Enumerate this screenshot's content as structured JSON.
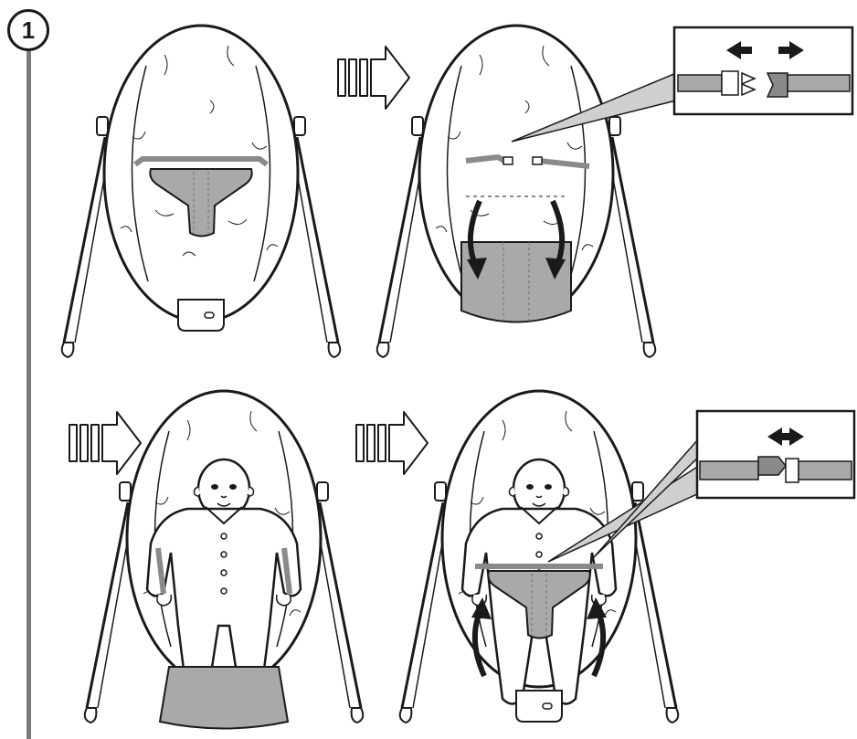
{
  "step": {
    "number": "1"
  },
  "panels": [
    {
      "name": "bouncer-harness-fastened"
    },
    {
      "name": "bouncer-harness-unbuckled-flipped-down"
    },
    {
      "name": "baby-placed-in-bouncer"
    },
    {
      "name": "harness-raised-and-buckled"
    }
  ],
  "insets": [
    {
      "name": "unbuckle-detail",
      "arrows": [
        "left",
        "right"
      ]
    },
    {
      "name": "buckle-detail",
      "arrows": [
        "right",
        "left"
      ]
    }
  ],
  "colors": {
    "line": "#1a1a1a",
    "fabric": "#ffffff",
    "pad": "#a9a9a9",
    "strap": "#8a8a8a",
    "timeline": "#7a7a7a"
  }
}
